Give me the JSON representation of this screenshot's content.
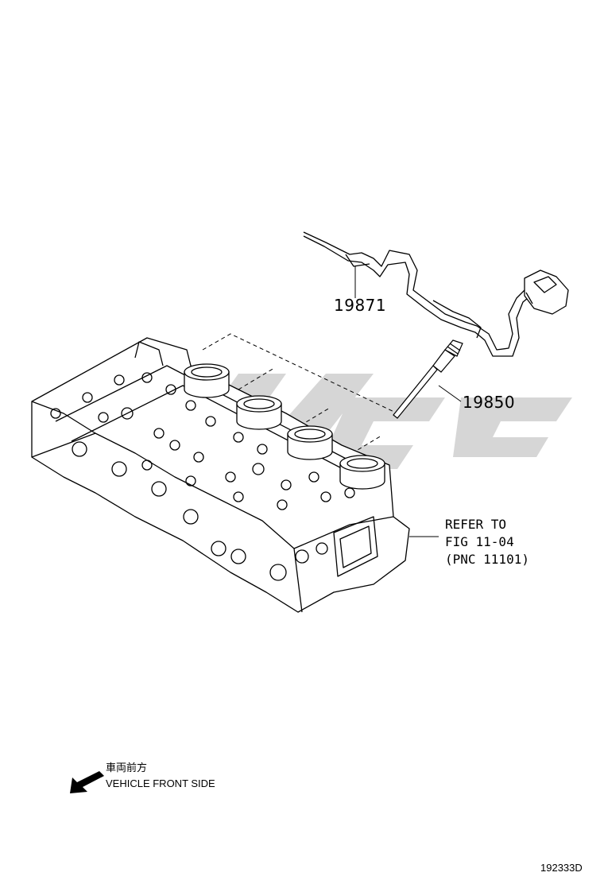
{
  "callouts": {
    "harness_part": "19871",
    "glow_plug_part": "19850"
  },
  "reference_note": {
    "line1": "REFER TO",
    "line2": "FIG 11-04",
    "line3": "(PNC 11101)"
  },
  "direction": {
    "label_jp": "車両前方",
    "label_en": "VEHICLE FRONT SIDE",
    "icon": "arrow-down-left-icon"
  },
  "figure_id": "192333D",
  "colors": {
    "line": "#000000",
    "watermark": "#c8c8c8",
    "background": "#ffffff"
  }
}
